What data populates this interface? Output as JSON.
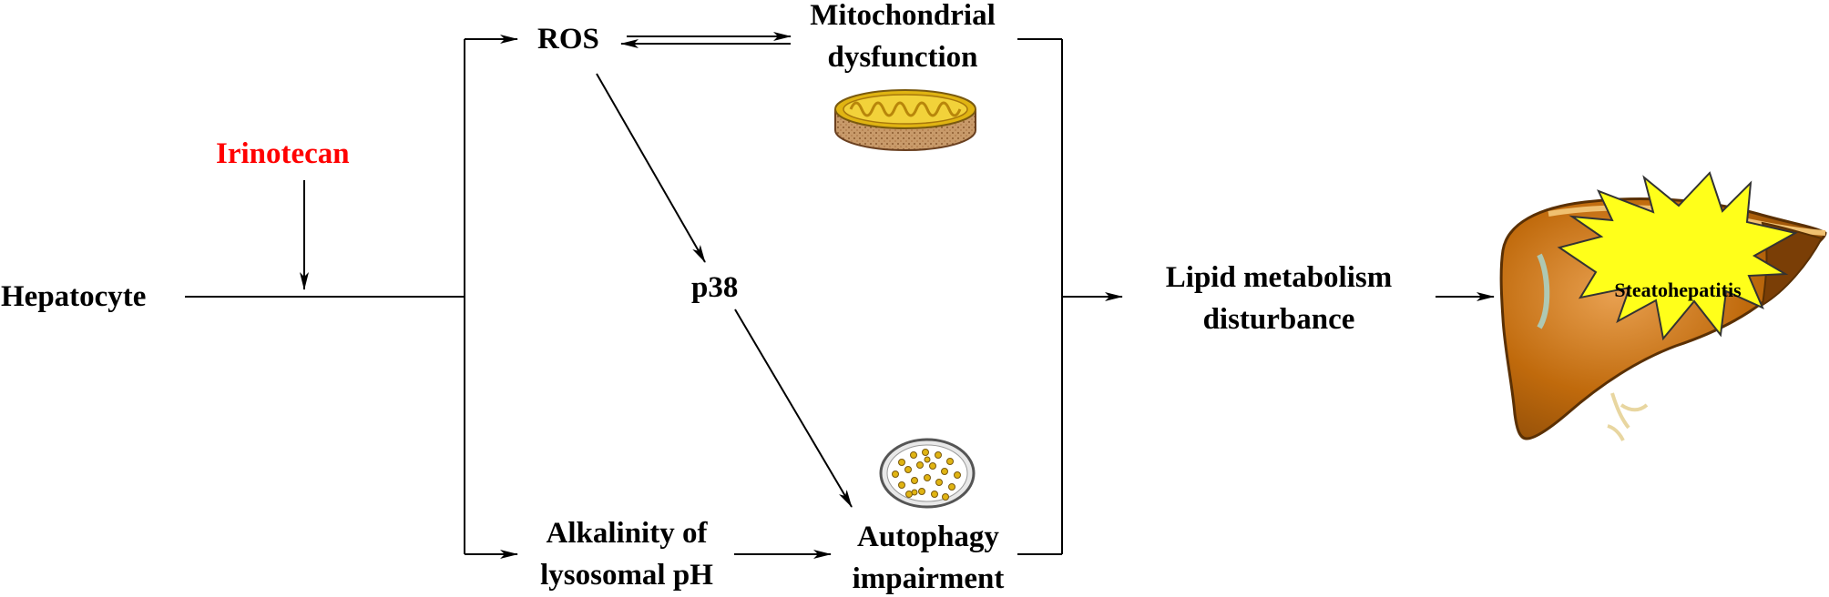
{
  "colors": {
    "drug": "#ff0000",
    "text": "#000000",
    "star": "#ffff1a",
    "liver": "#c06a0c",
    "mito_inner": "#e0b412"
  },
  "nodes": {
    "hepatocyte": "Hepatocyte",
    "irinotecan": "Irinotecan",
    "ros": "ROS",
    "mito_line1": "Mitochondrial",
    "mito_line2": "dysfunction",
    "p38": "p38",
    "alk_line1": "Alkalinity of",
    "alk_line2": "lysosomal pH",
    "auto_line1": "Autophagy",
    "auto_line2": "impairment",
    "lipid_line1": "Lipid metabolism",
    "lipid_line2": "disturbance",
    "steato": "Steatohepatitis"
  },
  "icons": {
    "mitochondrion": "mitochondrion-icon",
    "lysosome": "lysosome-icon",
    "liver": "liver-icon"
  }
}
